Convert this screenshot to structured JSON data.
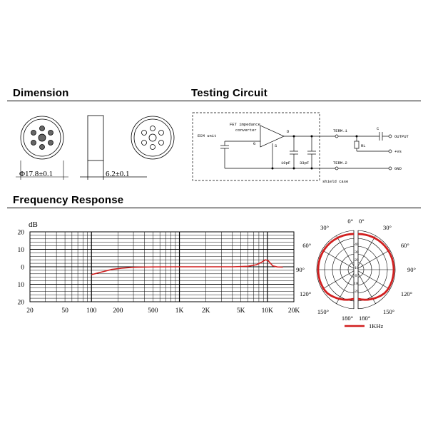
{
  "headings": {
    "dimension": "Dimension",
    "testing_circuit": "Testing Circuit",
    "frequency_response": "Frequency Response"
  },
  "dimension": {
    "diameter": "Φ17.8±0.1",
    "height": "6.2±0.1"
  },
  "circuit": {
    "fet_label_line1": "FET impedance",
    "fet_label_line2": "converter",
    "ecm_unit": "ECM unit",
    "g": "G",
    "d": "D",
    "s": "S",
    "cap1": "10pF",
    "cap2": "33pF",
    "term1": "TERM.1",
    "term2": "TERM.2",
    "c": "C",
    "rl": "RL",
    "output": "OUTPUT",
    "vs": "+Vs",
    "gnd": "GND",
    "shield_case": "shield case"
  },
  "colors": {
    "response_curve": "#d11f1f",
    "grid": "#000000"
  },
  "chart_data": [
    {
      "type": "line",
      "title": "",
      "xlabel": "",
      "ylabel": "dB",
      "xscale": "log",
      "xlim": [
        20,
        20000
      ],
      "ylim": [
        -20,
        20
      ],
      "y_ticks": [
        20,
        10,
        0,
        -10,
        -20
      ],
      "y_tick_labels": [
        "20",
        "10",
        "0",
        "10",
        "20"
      ],
      "x_ticks": [
        20,
        50,
        100,
        200,
        500,
        1000,
        2000,
        5000,
        10000,
        20000
      ],
      "x_tick_labels": [
        "20",
        "50",
        "100",
        "200",
        "500",
        "1K",
        "2K",
        "5K",
        "10K",
        "20K"
      ],
      "grid": true,
      "series": [
        {
          "x": [
            100,
            130,
            170,
            220,
            300,
            500,
            1000,
            2000,
            4000,
            6000,
            7500,
            8500,
            9500,
            10200,
            11500,
            13000,
            15000
          ],
          "y": [
            -4.5,
            -3,
            -1.5,
            -0.8,
            -0.3,
            -0.1,
            0,
            0,
            0,
            0.3,
            1.2,
            2.5,
            4,
            3.5,
            0.5,
            -0.1,
            -0.2
          ]
        }
      ]
    },
    {
      "type": "polar",
      "angle_labels": [
        "0°",
        "30°",
        "60°",
        "90°",
        "120°",
        "150°",
        "180°",
        "0°",
        "30°",
        "60°",
        "90°",
        "120°",
        "150°",
        "180°"
      ],
      "radial_labels": [
        "-40",
        "-30",
        "-20",
        "-10",
        "0",
        "10",
        "-20"
      ],
      "legend": "1KHz",
      "pattern": "omnidirectional"
    }
  ]
}
